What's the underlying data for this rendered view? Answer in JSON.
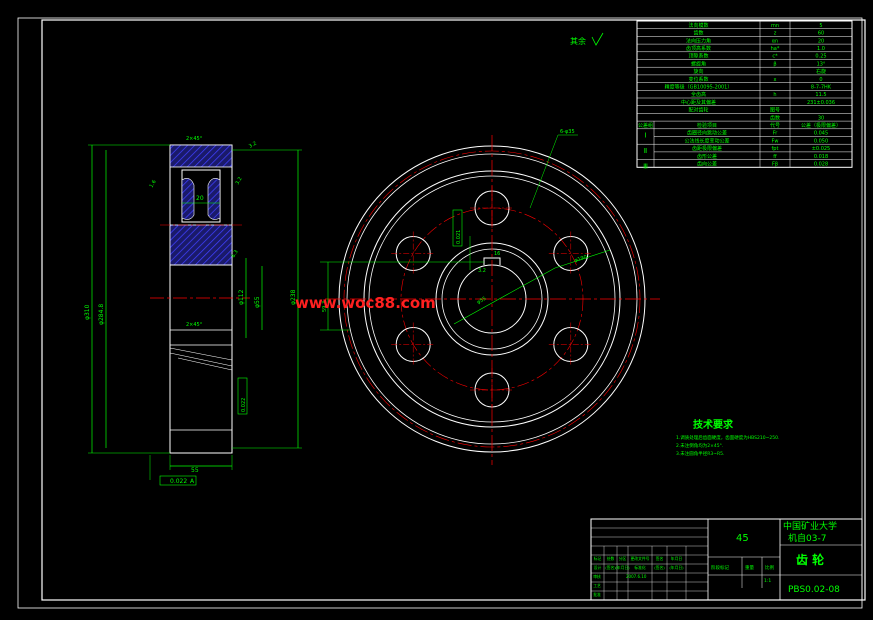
{
  "watermark": "www.woc88.com",
  "colors": {
    "background": "#000000",
    "frame": "#ffffff",
    "outline": "#ffffff",
    "dimension": "#00ff00",
    "centerline": "#ff0000",
    "table_text": "#00ff00",
    "table_line": "#ffffff",
    "hatch": "#3030ff",
    "watermark": "#ff2020",
    "title_text": "#00ff00"
  },
  "roughness_note": "其余",
  "params_table": {
    "rows": [
      {
        "name": "法向模数",
        "symbol": "mn",
        "value": "5"
      },
      {
        "name": "齿数",
        "symbol": "z",
        "value": "60"
      },
      {
        "name": "法向压力角",
        "symbol": "αn",
        "value": "20"
      },
      {
        "name": "齿顶高系数",
        "symbol": "ha*",
        "value": "1.0"
      },
      {
        "name": "顶隙系数",
        "symbol": "c*",
        "value": "0.25"
      },
      {
        "name": "螺旋角",
        "symbol": "β",
        "value": "13°"
      },
      {
        "name": "旋向",
        "symbol": "",
        "value": "右旋"
      },
      {
        "name": "变位系数",
        "symbol": "x",
        "value": "0"
      },
      {
        "name": "精度等级（GB10095-2001）",
        "symbol": "",
        "value": "8-7-7HK"
      },
      {
        "name": "全齿高",
        "symbol": "h",
        "value": "11.5"
      },
      {
        "name": "中心距及其偏差",
        "symbol": "",
        "value": "231±0.036"
      },
      {
        "name": "配对齿轮",
        "symbol": "图号",
        "value": ""
      },
      {
        "name": "",
        "symbol": "齿数",
        "value": "30"
      }
    ],
    "tolerance_header": {
      "group": "公差组",
      "item": "检验项目",
      "code": "代号",
      "value": "公差（极限偏差）"
    },
    "tolerance_rows": [
      {
        "group": "Ⅰ",
        "item": "齿圈径向跳动公差",
        "code": "Fr",
        "value": "0.045"
      },
      {
        "group": "",
        "item": "公法线长度变动公差",
        "code": "Fw",
        "value": "0.050"
      },
      {
        "group": "Ⅱ",
        "item": "齿距极限偏差",
        "code": "fpt",
        "value": "±0.025"
      },
      {
        "group": "",
        "item": "齿形公差",
        "code": "ff",
        "value": "0.018"
      },
      {
        "group": "Ⅲ",
        "item": "齿向公差",
        "code": "Fβ",
        "value": "0.028"
      }
    ]
  },
  "tech_requirements": {
    "title": "技术要求",
    "lines": [
      "1.调质处理后齿面硬度，齿面硬度为HBS210~250.",
      "2.未注倒角均为2×45°.",
      "3.未注圆角半径R3~R5."
    ]
  },
  "title_block": {
    "material": "45",
    "school": "中国矿业大学",
    "class": "机自03-7",
    "part_name": "齿 轮",
    "drawing_no": "PBS0.02-08",
    "headers": [
      "标记",
      "处数",
      "分区",
      "更改文件号",
      "签名",
      "年月日"
    ],
    "row_design": [
      "设计",
      "(签名)",
      "(年月日)",
      "标准化",
      "(签名)",
      "(年月日)"
    ],
    "stage_labels": [
      "阶段标记",
      "重量",
      "比例"
    ],
    "scale": "1:1",
    "row_labels": [
      "审核",
      "工艺",
      "批准"
    ],
    "date": "2007.6.10"
  },
  "side_view_dims": {
    "d_tip": "φ310",
    "d_root": "φ284.8",
    "d_hub": "φ112",
    "d_bore": "φ55",
    "d_mid": "φ238",
    "d_hole": "φ35",
    "width": "55",
    "web": "20",
    "chamfer1": "2×45°",
    "chamfer2": "2×45°",
    "runout": "0.022",
    "runout_ref": "A",
    "face_tol": "0.022",
    "rough1": "3.2",
    "rough2": "1.6",
    "rough3": "3.2",
    "rough4": "6.3"
  },
  "front_view_dims": {
    "keyway_width": "16",
    "keyway_tol": "0.021",
    "keyway_depth": "59.3",
    "bore_dia": "φ55",
    "note_angle": "6-φ35",
    "bolt_circle": "φ190",
    "rough_key": "3.2"
  }
}
